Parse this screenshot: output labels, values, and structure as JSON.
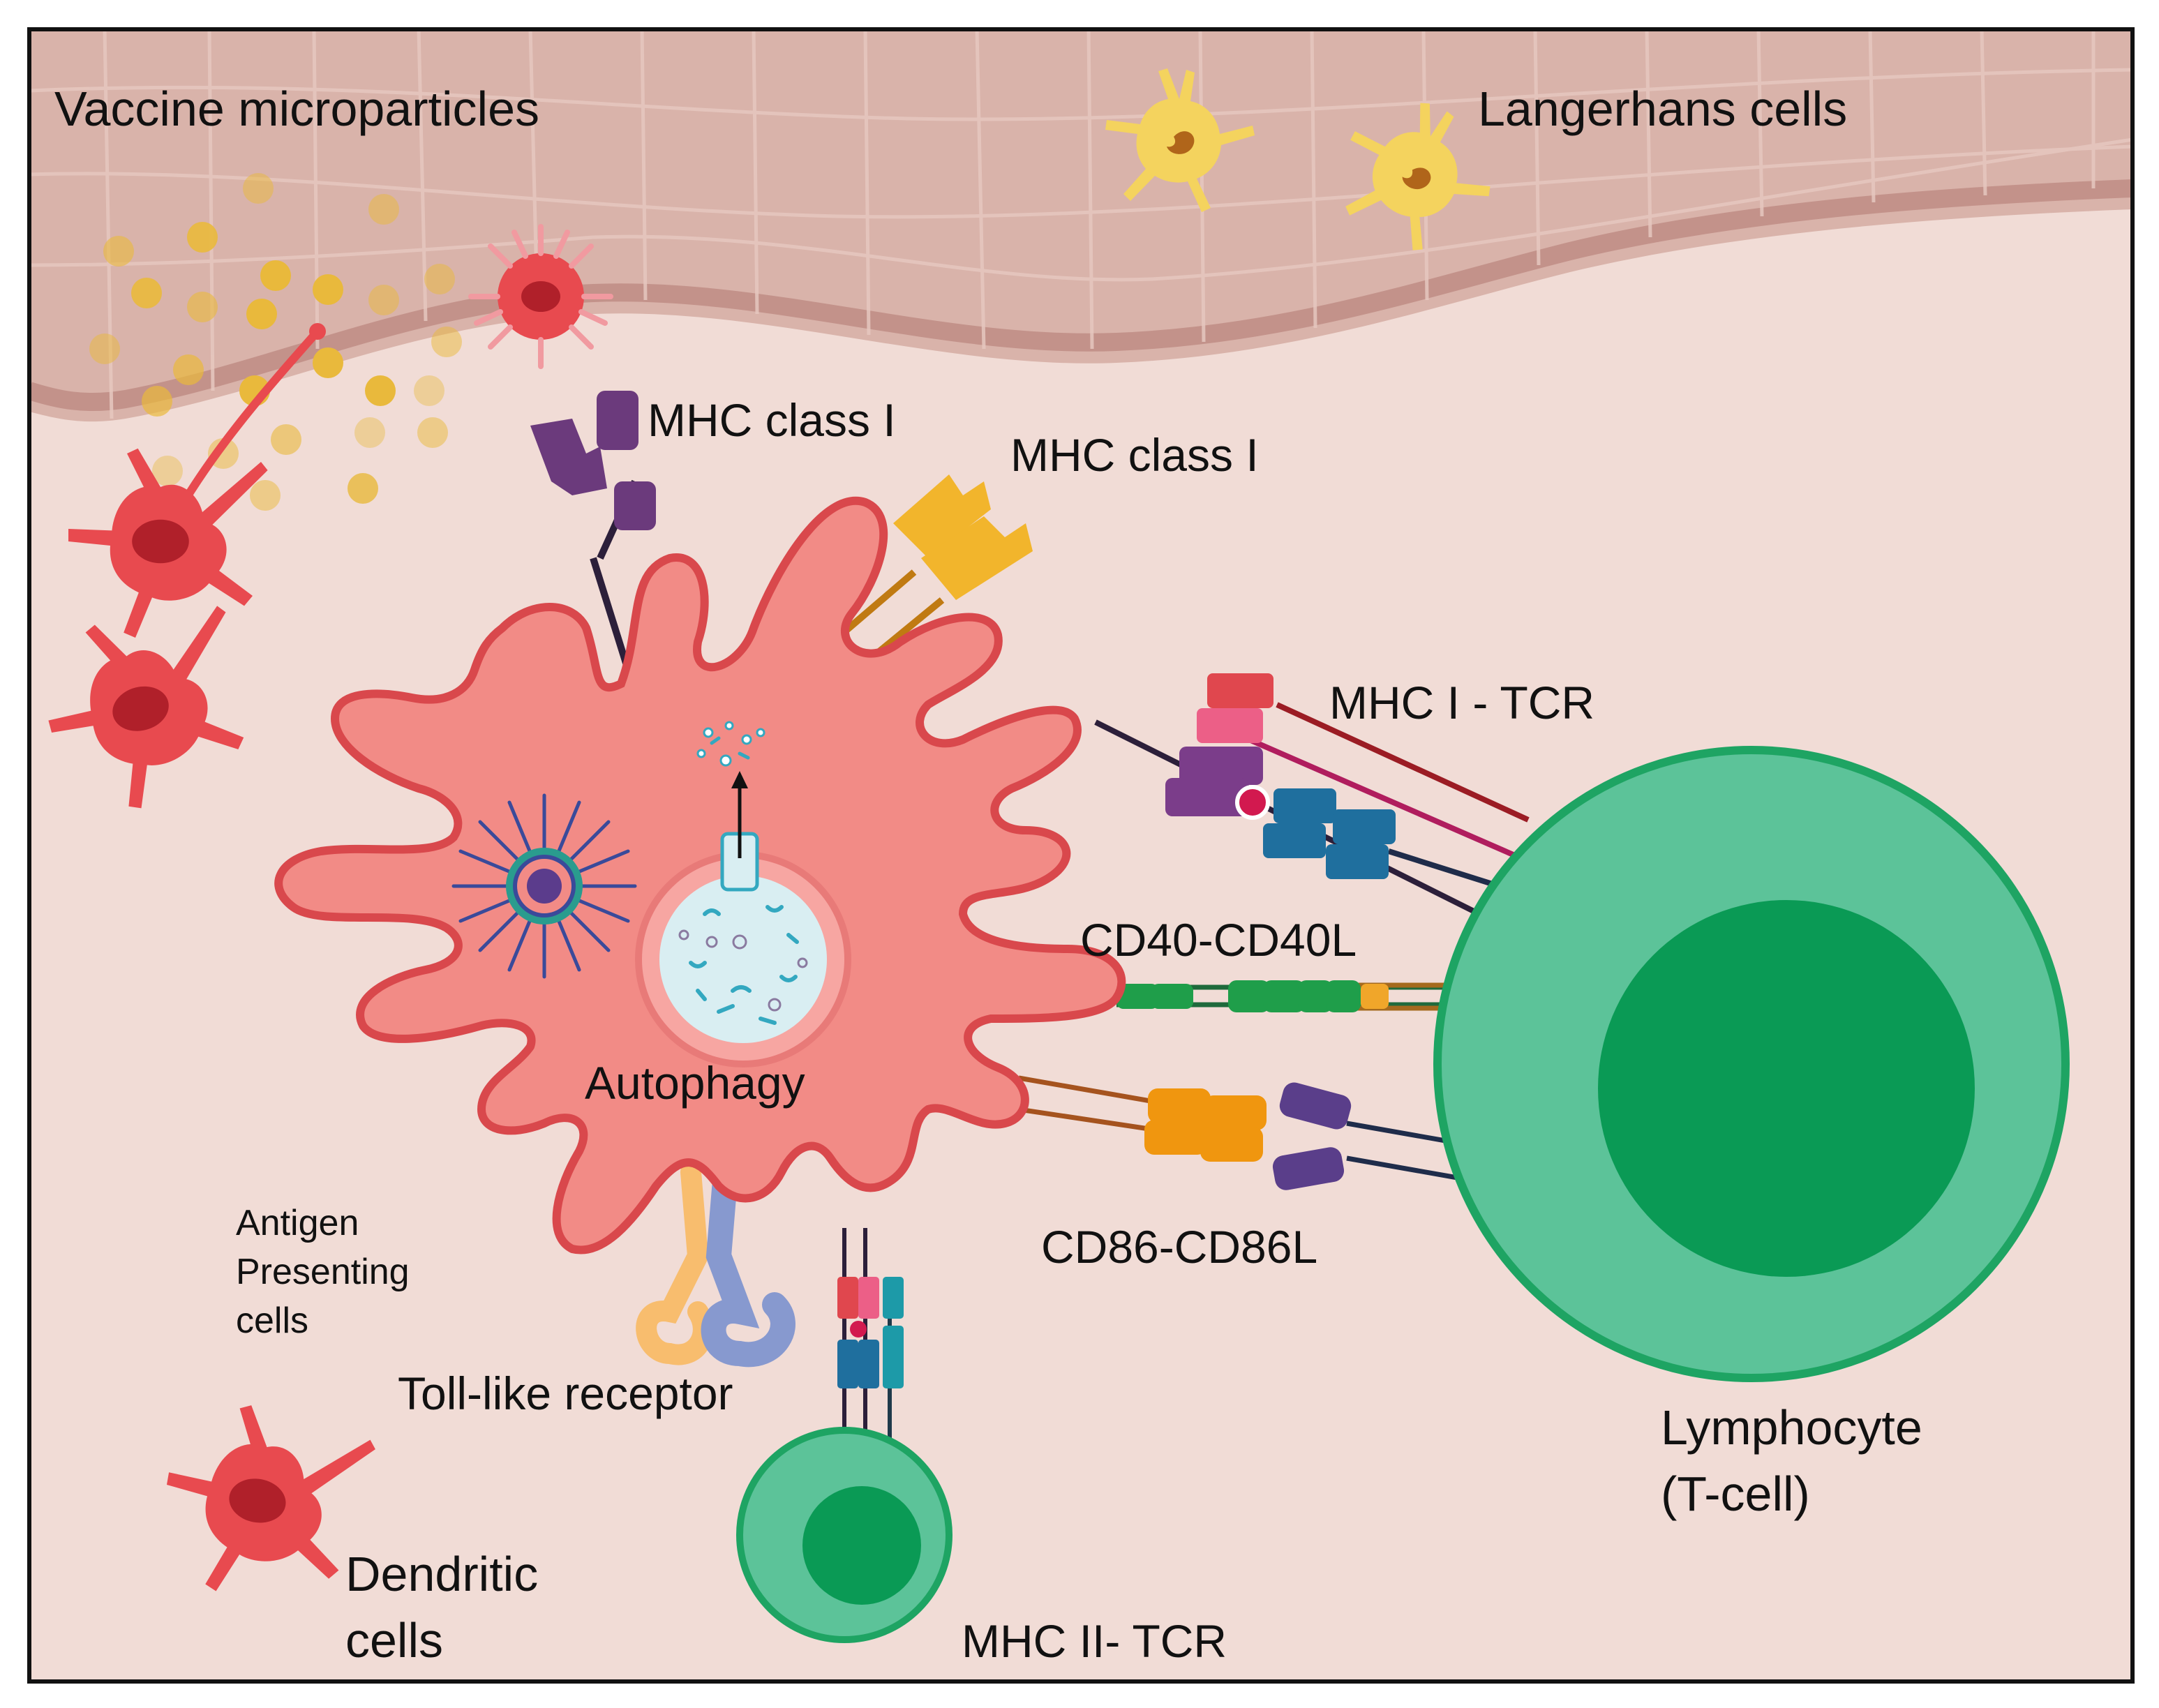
{
  "labels": {
    "vaccine_microparticles": "Vaccine microparticles",
    "langerhans_cells": "Langerhans cells",
    "mhc_class_i_purple": "MHC class I",
    "mhc_class_i_orange": "MHC class I",
    "mhc_i_tcr": "MHC I - TCR",
    "cd40_cd40l": "CD40-CD40L",
    "autophagy": "Autophagy",
    "cd86_cd86l": "CD86-CD86L",
    "antigen_presenting_cells": [
      "Antigen",
      "Presenting",
      "cells"
    ],
    "toll_like_receptor": "Toll-like receptor",
    "dendritic_cells": [
      "Dendritic",
      "cells"
    ],
    "mhc_ii_tcr": "MHC II- TCR",
    "lymphocyte": [
      "Lymphocyte",
      "(T-cell)"
    ]
  },
  "colors": {
    "background": "#f1dcd6",
    "epidermis": "#d9b3aa",
    "epidermis_cell_line": "#c79d93",
    "apc_cell": "#f28b86",
    "apc_outline": "#d9484c",
    "dendritic_cell": "#e84a4f",
    "dendritic_nucleus": "#b0202a",
    "langerhans_cell": "#f4d35e",
    "microparticle": "#e9b93c",
    "lymphocyte_outer": "#5cc399",
    "lymphocyte_ring": "#1ea463",
    "lymphocyte_nucleus": "#0a9a55",
    "mhc_purple": "#6b3a7c",
    "mhc_orange": "#f2b52c",
    "tcr_blue": "#1f6f9e",
    "cd40_green": "#1f9e4a",
    "cd86_orange": "#f0960f",
    "tlr_orange": "#f8bd6e",
    "tlr_blue": "#8799cf",
    "frame": "#111111"
  },
  "icons": [
    "dendritic-cell-icon",
    "langerhans-cell-icon",
    "microparticle-icon",
    "lymphocyte-icon",
    "receptor-icon",
    "autophagosome-icon",
    "virus-icon"
  ]
}
